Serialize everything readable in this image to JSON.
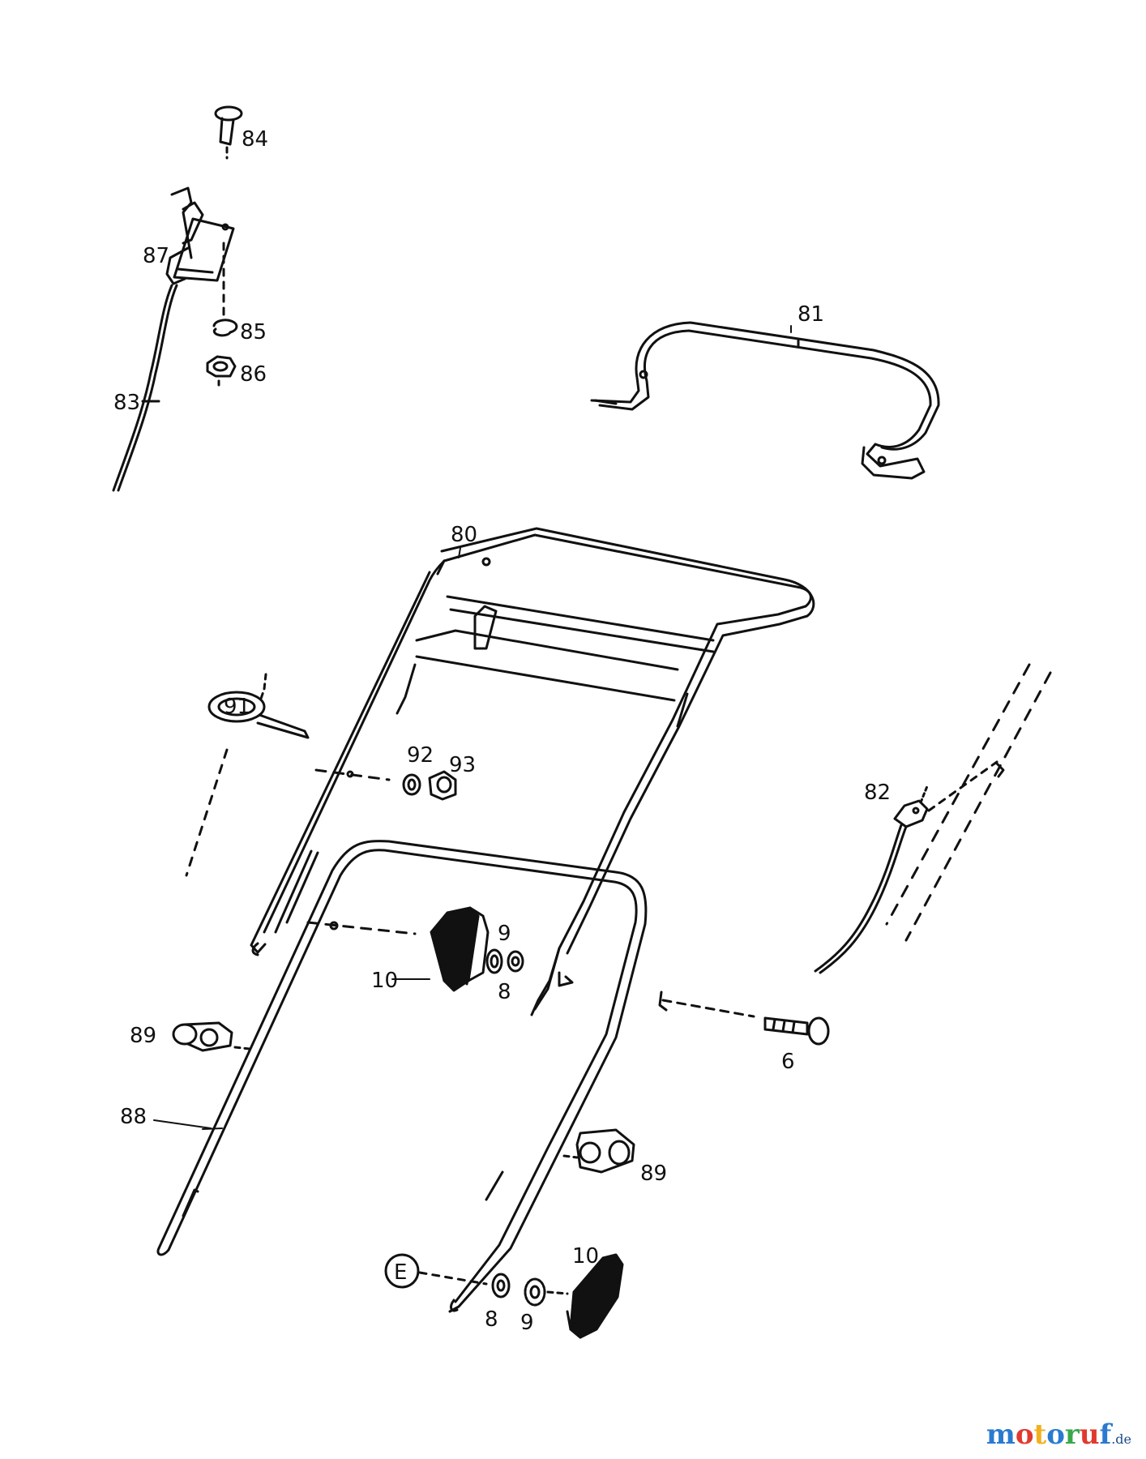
{
  "diagram": {
    "parts": {
      "p6": "6",
      "p8a": "8",
      "p8b": "8",
      "p9a": "9",
      "p9b": "9",
      "p10a": "10",
      "p10b": "10",
      "p80": "80",
      "p81": "81",
      "p82": "82",
      "p83": "83",
      "p84": "84",
      "p85": "85",
      "p86": "86",
      "p87": "87",
      "p88": "88",
      "p89a": "89",
      "p89b": "89",
      "p91": "91",
      "p92": "92",
      "p93": "93"
    },
    "detail_marker": "E"
  },
  "watermark": {
    "parts": [
      {
        "text": "m",
        "color": "#2a7bd0"
      },
      {
        "text": "o",
        "color": "#e03a2f"
      },
      {
        "text": "t",
        "color": "#f2b01e"
      },
      {
        "text": "o",
        "color": "#2a7bd0"
      },
      {
        "text": "r",
        "color": "#3aa84a"
      },
      {
        "text": "u",
        "color": "#e03a2f"
      },
      {
        "text": "f",
        "color": "#2a7bd0"
      }
    ],
    "tld": ".de"
  }
}
